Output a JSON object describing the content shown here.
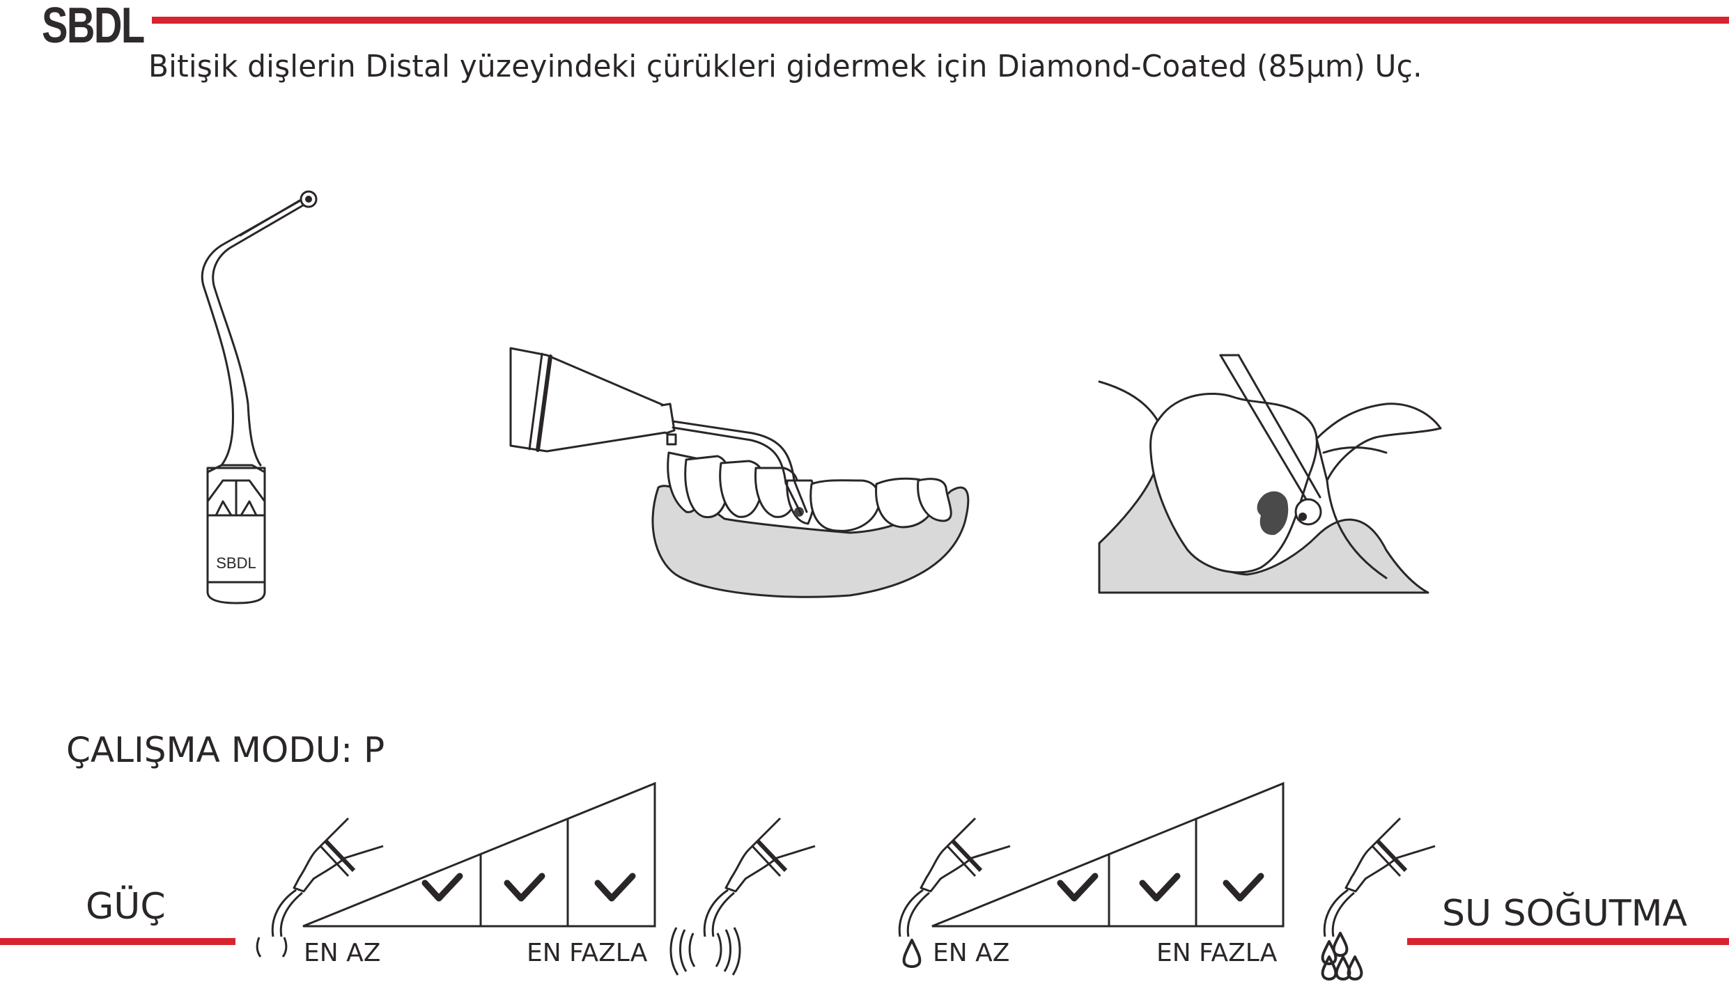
{
  "header": {
    "title": "SBDL"
  },
  "subtitle": "Bitişik dişlerin Distal yüzeyindeki çürükleri gidermek için Diamond-Coated (85µm) Uç.",
  "tip_illustration": {
    "tip_label": "SBDL"
  },
  "work_mode": {
    "label": "ÇALIŞMA MODU: P"
  },
  "power": {
    "label": "GÜÇ",
    "min_label": "EN AZ",
    "max_label": "EN FAZLA",
    "levels_checked": [
      false,
      true,
      true,
      true
    ]
  },
  "water_cooling": {
    "label": "SU SOĞUTMA",
    "min_label": "EN AZ",
    "max_label": "EN FAZLA",
    "levels_checked": [
      false,
      true,
      true,
      true
    ]
  },
  "colors": {
    "accent": "#d8232f",
    "text": "#2a2628",
    "gum": "#d9d9d9"
  }
}
